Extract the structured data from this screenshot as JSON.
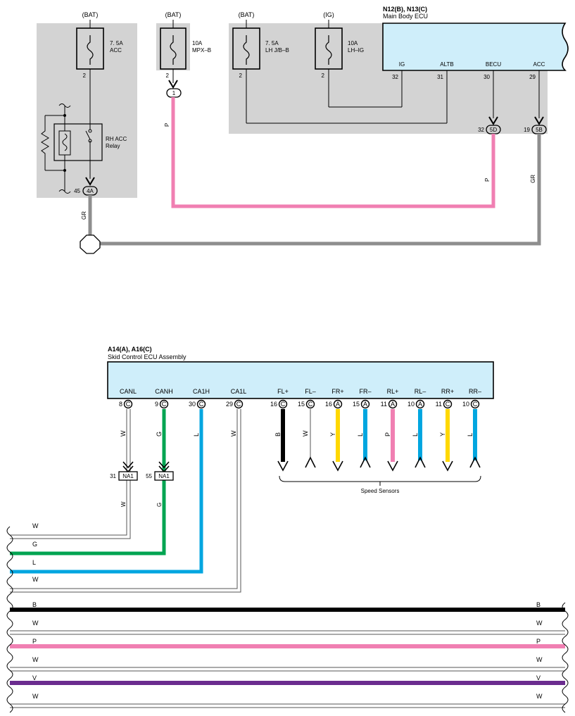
{
  "upper": {
    "bat_label": "(BAT)",
    "ig_label": "(IG)",
    "fuses": [
      {
        "rating": "7. 5A",
        "name": "ACC",
        "pin": "2"
      },
      {
        "rating": "10A",
        "name": "MPX–B",
        "pin": "2"
      },
      {
        "rating": "7. 5A",
        "name": "LH J/B–B",
        "pin": "2"
      },
      {
        "rating": "10A",
        "name": "LH–IG",
        "pin": "2"
      }
    ],
    "relay_name_line1": "RH ACC",
    "relay_name_line2": "Relay",
    "connector_4a": {
      "pin": "45",
      "label": "4A"
    },
    "connector_1": {
      "label": "1"
    },
    "main_ecu": {
      "code": "N12(B), N13(C)",
      "name": "Main Body ECU",
      "terminals": [
        {
          "name": "IG",
          "pin": "32"
        },
        {
          "name": "ALTB",
          "pin": "31"
        },
        {
          "name": "BECU",
          "pin": "30"
        },
        {
          "name": "ACC",
          "pin": "29"
        }
      ]
    },
    "connector_5d": {
      "pin": "32",
      "label": "5D"
    },
    "connector_5b": {
      "pin": "19",
      "label": "5B"
    },
    "wire_colors": {
      "p1": "P",
      "p2": "P",
      "gr1": "GR",
      "gr2": "GR"
    }
  },
  "lower": {
    "ecu": {
      "code": "A14(A), A16(C)",
      "name": "Skid Control ECU Assembly",
      "terminals": [
        {
          "name": "CANL",
          "pin": "8",
          "conn": "C",
          "wire": "W"
        },
        {
          "name": "CANH",
          "pin": "9",
          "conn": "C",
          "wire": "G"
        },
        {
          "name": "CA1H",
          "pin": "30",
          "conn": "C",
          "wire": "L"
        },
        {
          "name": "CA1L",
          "pin": "29",
          "conn": "C",
          "wire": "W"
        },
        {
          "name": "FL+",
          "pin": "16",
          "conn": "C",
          "wire": "B"
        },
        {
          "name": "FL–",
          "pin": "15",
          "conn": "C",
          "wire": "W"
        },
        {
          "name": "FR+",
          "pin": "16",
          "conn": "A",
          "wire": "Y"
        },
        {
          "name": "FR–",
          "pin": "15",
          "conn": "A",
          "wire": "L"
        },
        {
          "name": "RL+",
          "pin": "11",
          "conn": "A",
          "wire": "P"
        },
        {
          "name": "RL–",
          "pin": "10",
          "conn": "A",
          "wire": "L"
        },
        {
          "name": "RR+",
          "pin": "11",
          "conn": "C",
          "wire": "Y"
        },
        {
          "name": "RR–",
          "pin": "10",
          "conn": "C",
          "wire": "L"
        }
      ]
    },
    "junction_na1_a": {
      "pin": "31",
      "label": "NA1",
      "wire": "W"
    },
    "junction_na1_b": {
      "pin": "55",
      "label": "NA1",
      "wire": "G"
    },
    "speed_sensors_label": "Speed Sensors",
    "bus_lines": [
      {
        "left": "W",
        "right": ""
      },
      {
        "left": "G",
        "right": ""
      },
      {
        "left": "L",
        "right": ""
      },
      {
        "left": "W",
        "right": ""
      },
      {
        "left": "B",
        "right": "B"
      },
      {
        "left": "W",
        "right": "W"
      },
      {
        "left": "P",
        "right": "P"
      },
      {
        "left": "W",
        "right": "W"
      },
      {
        "left": "V",
        "right": "V"
      },
      {
        "left": "W",
        "right": "W"
      }
    ]
  },
  "colors": {
    "pink": "#f07fb2",
    "gray": "#8e8e8e",
    "green": "#00a451",
    "blue": "#00a6e0",
    "yellow": "#ffd800",
    "black": "#000000",
    "violet": "#6b2c8f",
    "ecu_fill": "#cfeefa",
    "panel_fill": "#d3d3d3"
  }
}
